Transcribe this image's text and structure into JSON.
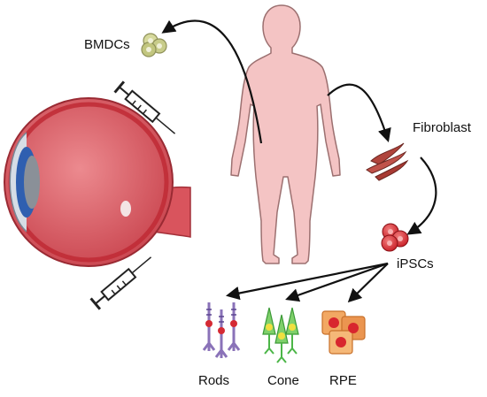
{
  "labels": {
    "bmdcs": "BMDCs",
    "fibroblast": "Fibroblast",
    "ipscs": "iPSCs",
    "rods": "Rods",
    "cone": "Cone",
    "rpe": "RPE"
  },
  "colors": {
    "body_fill": "#f4c4c4",
    "body_stroke": "#9c7070",
    "eye_fill": "#d9545d",
    "eye_rim": "#c02a35",
    "lens_blue": "#2f5fb0",
    "fibroblast": "#b0443c",
    "ipsc": "#d8262e",
    "rod": "#8a72b8",
    "cone": "#4cb648",
    "rpe": "#e88a3c",
    "bmdc": "#c8cc8a"
  },
  "icons": [
    "human-body-icon",
    "eye-icon",
    "syringe-icon",
    "bmdc-cells-icon",
    "fibroblast-cells-icon",
    "ipsc-cells-icon",
    "rod-cells-icon",
    "cone-cells-icon",
    "rpe-cells-icon",
    "arrow-icon"
  ]
}
